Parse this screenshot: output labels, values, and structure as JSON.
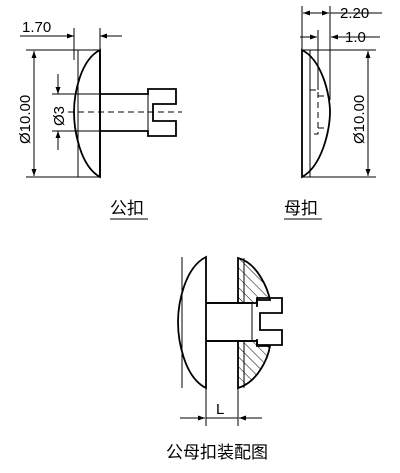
{
  "views": {
    "male": {
      "dim_width": "1.70",
      "dim_diameter": "Ø10.00",
      "dim_shaft": "Ø3",
      "caption": "公扣"
    },
    "female": {
      "dim_total": "2.20",
      "dim_inner": "1.0",
      "dim_diameter": "Ø10.00",
      "caption": "母扣"
    },
    "assembly": {
      "dim_gap": "L",
      "caption": "公母扣装配图"
    }
  }
}
